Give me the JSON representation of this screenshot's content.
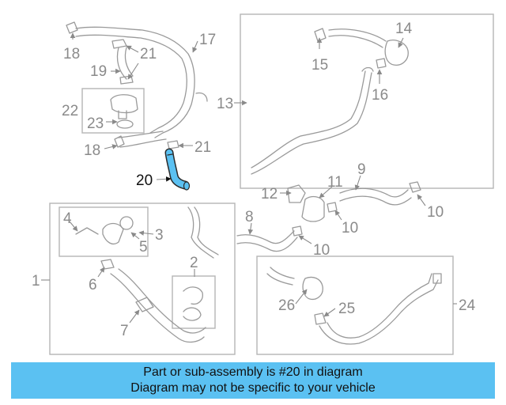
{
  "highlight_color": "#5bc1f2",
  "callouts": [
    {
      "id": "c18a",
      "text": "18"
    },
    {
      "id": "c21a",
      "text": "21"
    },
    {
      "id": "c17",
      "text": "17"
    },
    {
      "id": "c19",
      "text": "19"
    },
    {
      "id": "c22",
      "text": "22"
    },
    {
      "id": "c23",
      "text": "23"
    },
    {
      "id": "c18b",
      "text": "18"
    },
    {
      "id": "c21b",
      "text": "21"
    },
    {
      "id": "c20",
      "text": "20"
    },
    {
      "id": "c13",
      "text": "13"
    },
    {
      "id": "c15",
      "text": "15"
    },
    {
      "id": "c14",
      "text": "14"
    },
    {
      "id": "c16",
      "text": "16"
    },
    {
      "id": "c12",
      "text": "12"
    },
    {
      "id": "c11",
      "text": "11"
    },
    {
      "id": "c9",
      "text": "9"
    },
    {
      "id": "c10a",
      "text": "10"
    },
    {
      "id": "c10b",
      "text": "10"
    },
    {
      "id": "c8",
      "text": "8"
    },
    {
      "id": "c10c",
      "text": "10"
    },
    {
      "id": "c4",
      "text": "4"
    },
    {
      "id": "c3",
      "text": "3"
    },
    {
      "id": "c5",
      "text": "5"
    },
    {
      "id": "c1",
      "text": "1"
    },
    {
      "id": "c2",
      "text": "2"
    },
    {
      "id": "c6",
      "text": "6"
    },
    {
      "id": "c7",
      "text": "7"
    },
    {
      "id": "c26",
      "text": "26"
    },
    {
      "id": "c25",
      "text": "25"
    },
    {
      "id": "c24",
      "text": "24"
    }
  ],
  "banner": {
    "line1": "Part or sub-assembly is #20 in diagram",
    "line2": "Diagram may not be specific to your vehicle"
  }
}
